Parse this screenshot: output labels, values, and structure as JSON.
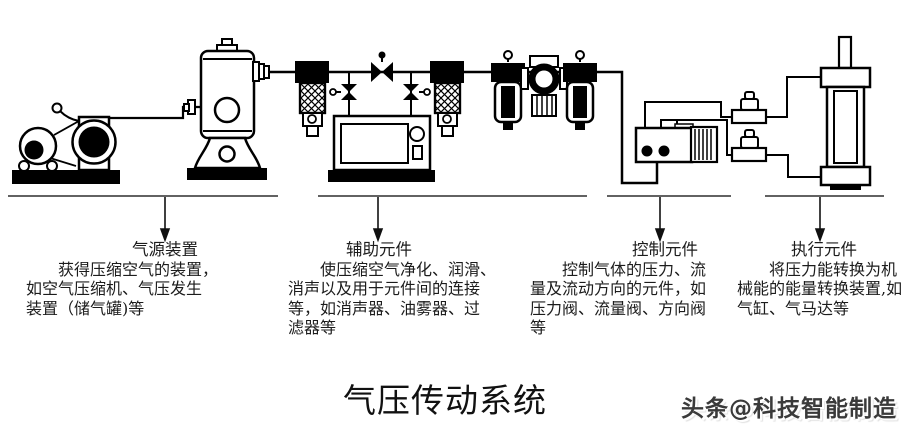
{
  "title": "气压传动系统",
  "watermark": "头条@科技智能制造",
  "colors": {
    "ink": "#000000",
    "bracket_line": "#2e2e2e",
    "text": "#1c1c1c",
    "watermark": "#3a3a3a"
  },
  "groups": [
    {
      "heading": "气源装置",
      "lines": [
        "获得压缩空气的装置，",
        "如空气压缩机、气压发生",
        "装置（储气罐)等"
      ]
    },
    {
      "heading": "辅助元件",
      "lines": [
        "使压缩空气净化、润滑、",
        "消声以及用于元件间的连接",
        "等，如消声器、油雾器、过",
        "滤器等"
      ]
    },
    {
      "heading": "控制元件",
      "lines": [
        "控制气体的压力、流",
        "量及流动方向的元件，如",
        "压力阀、流量阀、方向阀",
        "等"
      ]
    },
    {
      "heading": "执行元件",
      "lines": [
        "将压力能转换为机",
        "械能的能量转换装置,如",
        "气缸、气马达等"
      ]
    }
  ],
  "diagram": {
    "component_names": [
      "air-compressor",
      "air-tank",
      "inlet-filter",
      "globe-valve",
      "branch-valve-left",
      "branch-valve-right",
      "air-dryer",
      "outlet-filter",
      "frl-filter",
      "frl-regulator",
      "frl-lubricator",
      "directional-valve",
      "throttle-valve-top",
      "throttle-valve-bottom",
      "air-cylinder"
    ]
  }
}
